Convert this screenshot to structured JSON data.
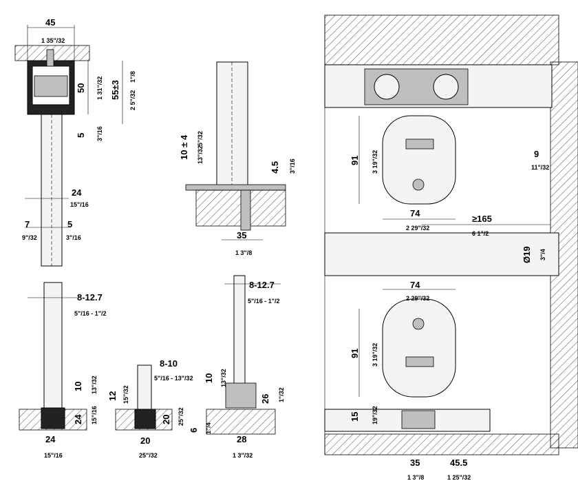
{
  "labels": {
    "v1_width": "45",
    "v1_width_frac": "1 35\"/32",
    "v1_height": "50",
    "v1_height_frac": "1 31\"/32",
    "v1_total": "55±3",
    "v1_total_frac1": "1\"/8",
    "v1_total_frac2": "2 5\"/32",
    "v1_gap": "5",
    "v1_gap_frac": "3\"/16",
    "v1_glass": "24",
    "v1_glass_frac": "15\"/16",
    "v1_left": "7",
    "v1_left_frac": "9\"/32",
    "v1_right": "5",
    "v1_right_frac": "3\"/16",
    "v2_height": "10 ± 4",
    "v2_height_frac1": "13\"/32",
    "v2_height_frac2": "5\"/32",
    "v2_floor": "4.5",
    "v2_floor_frac": "3\"/16",
    "v2_base": "35",
    "v2_base_frac": "1 3\"/8",
    "v3_glass": "8-12.7",
    "v3_glass_frac": "5\"/16 - 1\"/2",
    "v3_top": "10",
    "v3_top_frac": "13\"/32",
    "v3_mid": "24",
    "v3_mid_frac": "15\"/16",
    "v3_bottom": "24",
    "v3_bottom_frac": "15\"/16",
    "v4_glass": "8-10",
    "v4_glass_frac": "5\"/16 - 13\"/32",
    "v4_left": "12",
    "v4_left_frac": "15\"/32",
    "v4_right": "20",
    "v4_right_frac": "25\"/32",
    "v4_bottom": "20",
    "v4_bottom_frac": "25\"/32",
    "v5_glass": "8-12.7",
    "v5_glass_frac": "5\"/16 - 1\"/2",
    "v5_top": "10",
    "v5_top_frac": "13\"/32",
    "v5_guide": "26",
    "v5_guide_frac": "1\"/32",
    "v5_floor": "6",
    "v5_floor_frac": "1\"/4",
    "v5_base": "28",
    "v5_base_frac": "1 3\"/32",
    "r_height": "91",
    "r_height_frac": "3 19\"/32",
    "r_width": "74",
    "r_width_frac": "2 29\"/32",
    "r_min": "≥165",
    "r_min_frac": "6 1\"/2",
    "r_side": "9",
    "r_side_frac": "11\"/32",
    "r_dia": "Ø19",
    "r_dia_frac": "3\"/4",
    "r2_width": "74",
    "r2_width_frac": "2 29\"/32",
    "r2_height": "91",
    "r2_height_frac": "3 19\"/32",
    "r2_bottom": "15",
    "r2_bottom_frac": "19\"/32",
    "r2_a": "35",
    "r2_a_frac": "1 3\"/8",
    "r2_b": "45.5",
    "r2_b_frac": "1 25\"/32"
  }
}
